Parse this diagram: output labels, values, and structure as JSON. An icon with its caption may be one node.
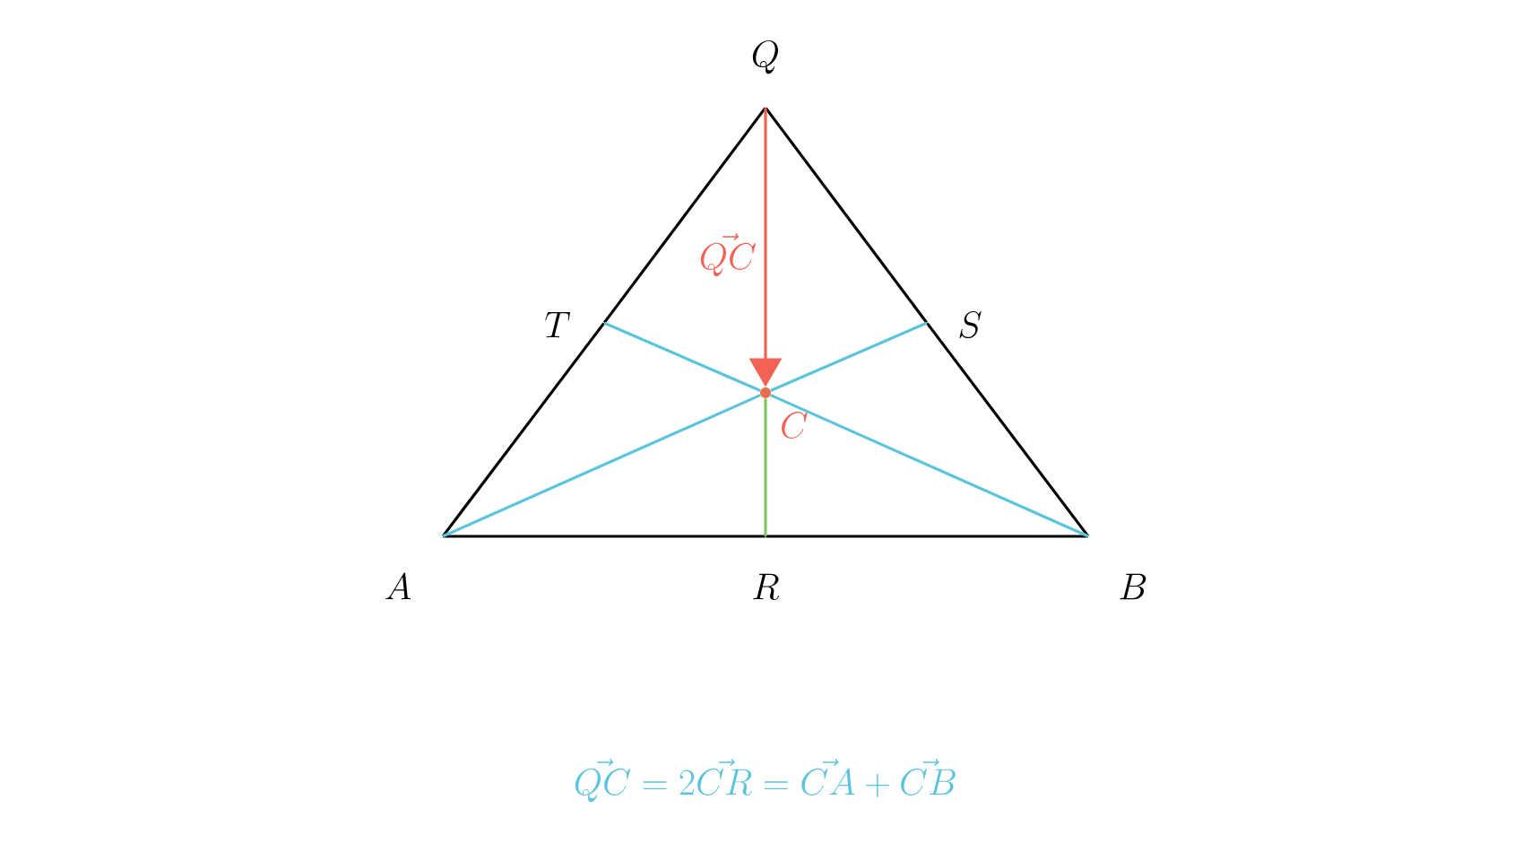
{
  "diagram": {
    "nodes": [
      {
        "text": [],
        "shape": "point",
        "beside": [
          "Q"
        ]
      },
      {
        "text": [],
        "shape": "point",
        "beside": [
          "T"
        ]
      },
      {
        "text": [],
        "shape": "point",
        "beside": [
          "S"
        ]
      },
      {
        "text": [],
        "shape": "dot",
        "beside": [
          "C"
        ]
      },
      {
        "text": [],
        "shape": "point",
        "beside": [
          "A"
        ]
      },
      {
        "text": [],
        "shape": "point",
        "beside": [
          "R"
        ]
      },
      {
        "text": [],
        "shape": "point",
        "beside": [
          "B"
        ]
      }
    ],
    "edges": [
      {
        "from": 4,
        "to": 1,
        "arrow": "none"
      },
      {
        "from": 1,
        "to": 0,
        "arrow": "none"
      },
      {
        "from": 0,
        "to": 2,
        "arrow": "none"
      },
      {
        "from": 2,
        "to": 6,
        "arrow": "none"
      },
      {
        "from": 4,
        "to": 5,
        "arrow": "none"
      },
      {
        "from": 5,
        "to": 6,
        "arrow": "none"
      },
      {
        "from": 4,
        "to": 3,
        "arrow": "none",
        "color": "#5bc4dc"
      },
      {
        "from": 3,
        "to": 2,
        "arrow": "none",
        "color": "#5bc4dc"
      },
      {
        "from": 6,
        "to": 3,
        "arrow": "none",
        "color": "#5bc4dc"
      },
      {
        "from": 3,
        "to": 1,
        "arrow": "none",
        "color": "#5bc4dc"
      },
      {
        "from": 0,
        "to": 3,
        "arrow": "to",
        "color": "#f26355",
        "label": "\\vec{QC}"
      },
      {
        "from": 3,
        "to": 5,
        "arrow": "none",
        "color": "#83c564"
      }
    ],
    "labels": [
      "\\vec{QC} = 2\\vec{CR} = \\vec{CA} + \\vec{CB}"
    ]
  }
}
